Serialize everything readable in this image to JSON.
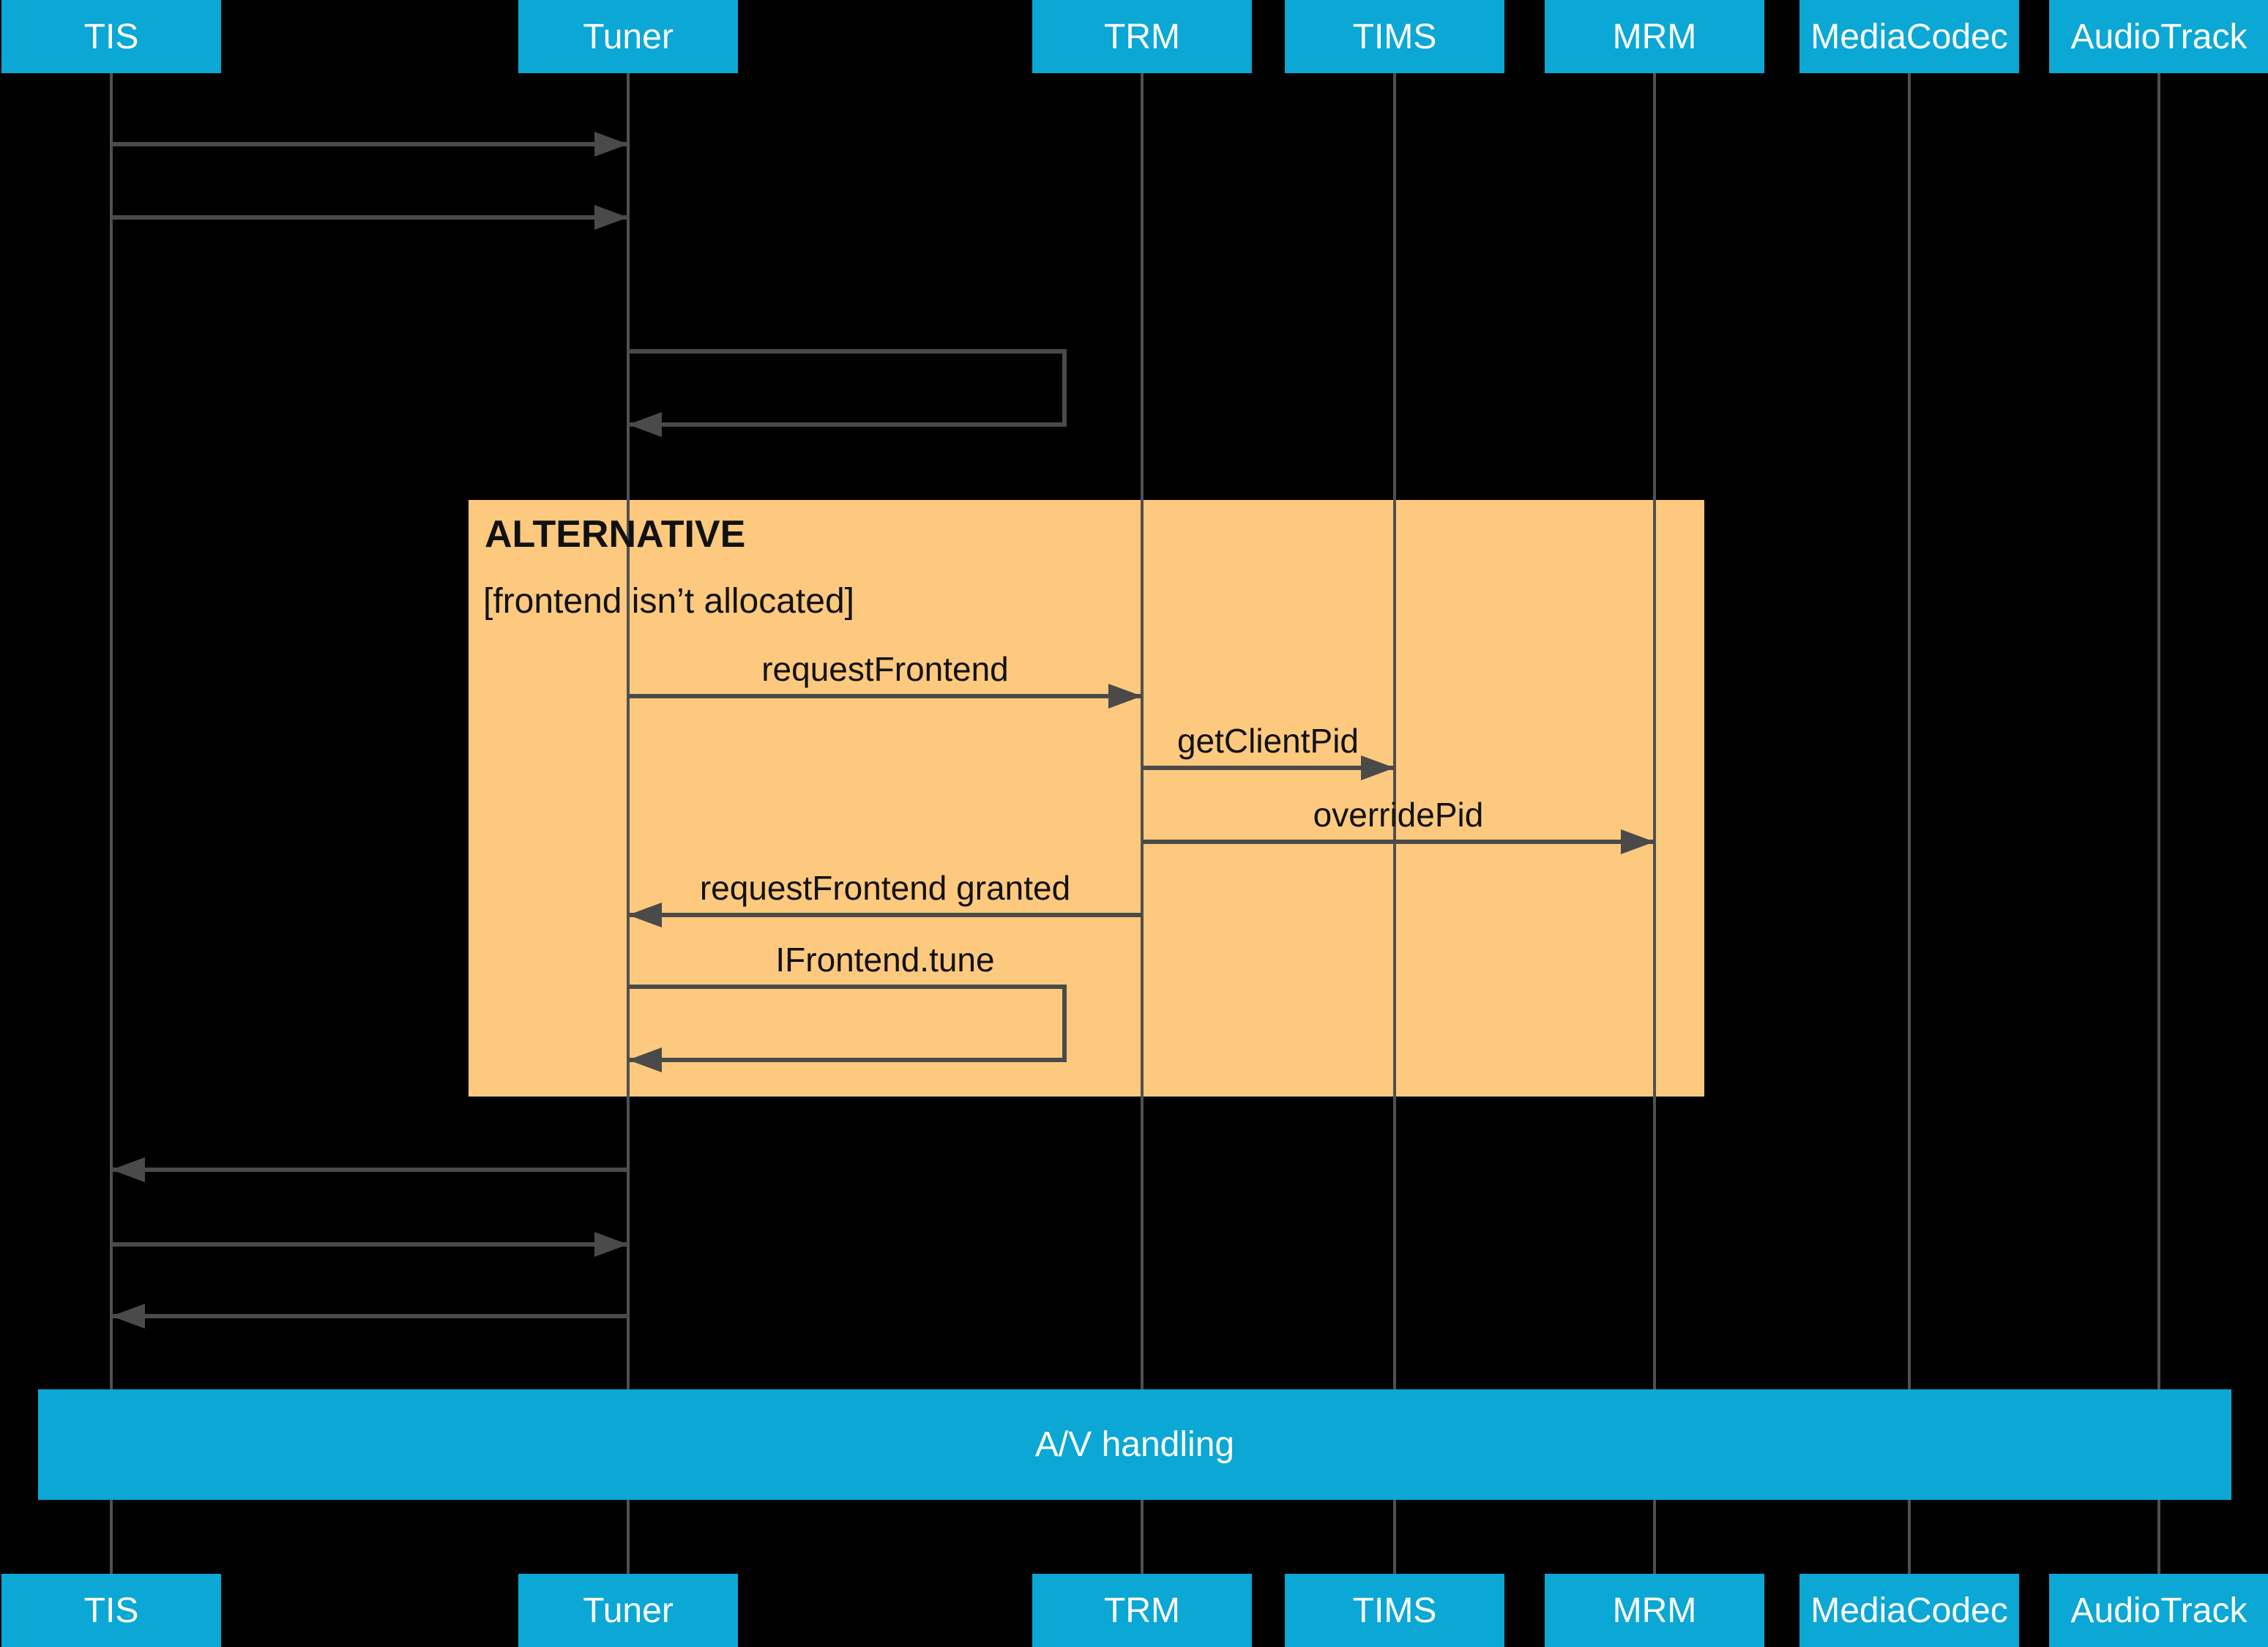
{
  "diagram": {
    "participants": [
      {
        "label": "TIS"
      },
      {
        "label": "Tuner"
      },
      {
        "label": "TRM"
      },
      {
        "label": "TIMS"
      },
      {
        "label": "MRM"
      },
      {
        "label": "MediaCodec"
      },
      {
        "label": "AudioTrack"
      }
    ],
    "alt_fragment": {
      "title": "ALTERNATIVE",
      "guard": "[frontend isn’t allocated]"
    },
    "messages": {
      "request_frontend": "requestFrontend",
      "get_client_pid": "getClientPid",
      "override_pid": "overridePid",
      "request_frontend_granted": "requestFrontend granted",
      "ifrontend_tune": "IFrontend.tune"
    },
    "band": {
      "label": "A/V handling"
    },
    "colors": {
      "participant_fill": "#0BA7D5",
      "alt_fill": "#FDC97E",
      "arrow": "#4A4A4A",
      "lifeline": "#505050",
      "background": "#000000",
      "participant_text": "#FFFFFF",
      "message_text": "#111111"
    }
  }
}
